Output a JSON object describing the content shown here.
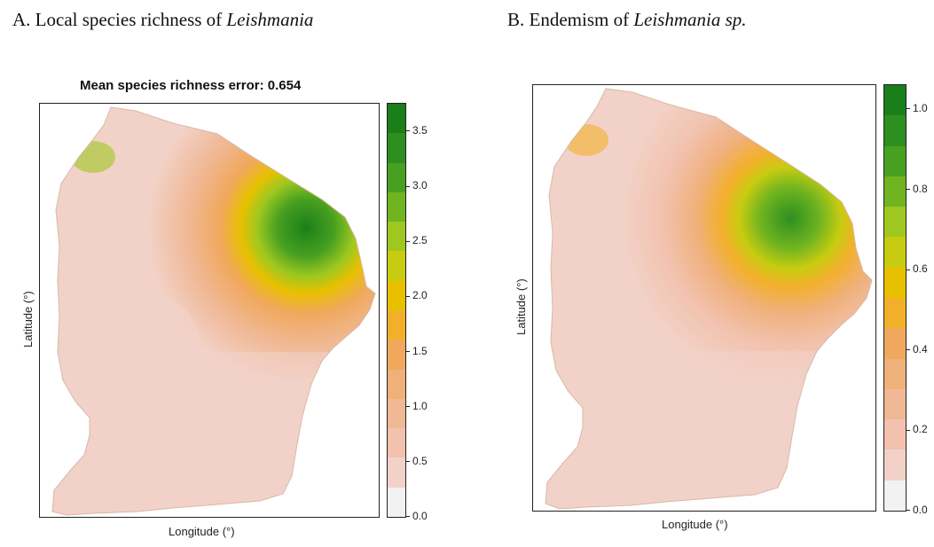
{
  "panels": [
    {
      "title_prefix": "A. Local species richness  of ",
      "title_italic": "Leishmania",
      "subtitle": "Mean species richness error: 0.654",
      "xlabel": "Longitude (°)",
      "ylabel": "Latitude (°)",
      "colorbar": {
        "min": 0,
        "max": 3.75,
        "ticks": [
          "0.0",
          "0.5",
          "1.0",
          "1.5",
          "2.0",
          "2.5",
          "3.0",
          "3.5"
        ],
        "tick_values": [
          0,
          0.5,
          1,
          1.5,
          2,
          2.5,
          3,
          3.5
        ]
      }
    },
    {
      "title_prefix": "B. Endemism  of ",
      "title_italic": "Leishmania sp.",
      "xlabel": "Longitude (°)",
      "ylabel": "Latitude (°)",
      "colorbar": {
        "min": 0,
        "max": 1.06,
        "ticks": [
          "0.0",
          "0.2",
          "0.4",
          "0.6",
          "0.8",
          "1.0"
        ],
        "tick_values": [
          0,
          0.2,
          0.4,
          0.6,
          0.8,
          1.0
        ]
      }
    }
  ],
  "colors": {
    "palette": [
      "#f2f2f2",
      "#f2d2c8",
      "#f2c2ae",
      "#f0b895",
      "#f0b07a",
      "#f0a85c",
      "#f2b02a",
      "#e8c000",
      "#c8cc10",
      "#9ec820",
      "#70b420",
      "#48a020",
      "#2d8f20",
      "#1a7f1a"
    ],
    "border": "#222222"
  }
}
